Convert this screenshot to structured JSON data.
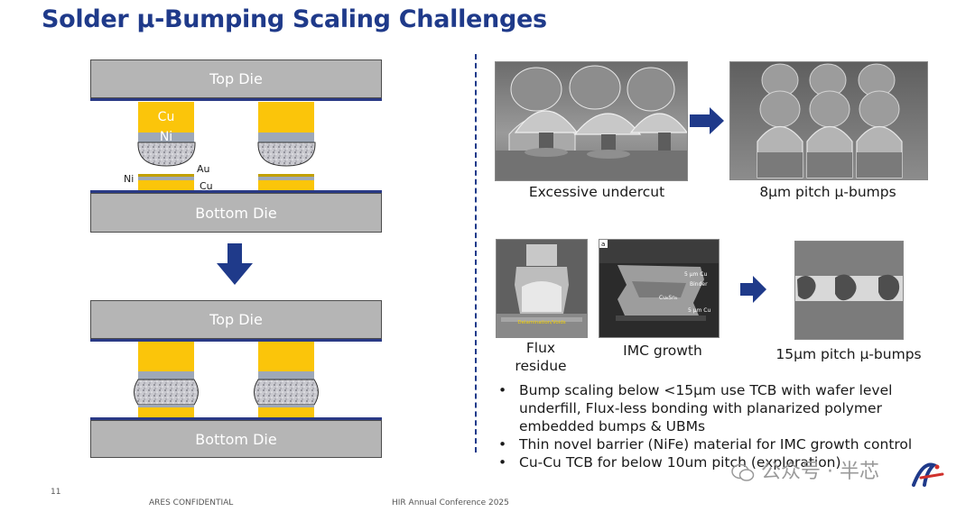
{
  "title": "Solder μ-Bumping Scaling Challenges",
  "diagram": {
    "top_die_label": "Top Die",
    "bottom_die_label": "Bottom Die",
    "cu_label": "Cu",
    "ni_label": "Ni",
    "pad_ni_label": "Ni",
    "pad_au_label": "Au",
    "pad_cu_label": "Cu",
    "top_die_label_2": "Top Die",
    "bottom_die_label_2": "Bottom Die"
  },
  "images": {
    "excessive_undercut": "Excessive undercut",
    "pitch_8um": "8μm pitch μ-bumps",
    "flux_residue_line1": "Flux",
    "flux_residue_line2": "residue",
    "imc_growth": "IMC growth",
    "pitch_15um": "15μm pitch μ-bumps",
    "flux_delam": "Delamination/Voids",
    "imc_label_a": "a",
    "imc_5um_cu_top": "5 μm Cu",
    "imc_binder": "Binder",
    "imc_cu6sn5": "Cu₆Sn₅",
    "imc_5um_cu_bot": "5 μm Cu"
  },
  "bullets": [
    "Bump scaling below <15μm use TCB with wafer level underfill, Flux-less bonding with planarized polymer embedded bumps & UBMs",
    "Thin novel barrier (NiFe) material for IMC growth control",
    "Cu-Cu TCB for below 10um pitch (exploration)"
  ],
  "footer": {
    "page_number": "11",
    "confidential": "ARES CONFIDENTIAL",
    "conference": "HIR Annual Conference 2025"
  },
  "watermark": "公众号 · 半芯",
  "colors": {
    "title": "#1f3a8a",
    "cu": "#fbc50a",
    "ni": "#9ea8b8",
    "die": "#b5b5b5",
    "arrow": "#1f3a8a"
  },
  "icons": [
    "down-arrow-icon",
    "right-arrow-icon",
    "wechat-icon",
    "brand-logo-icon"
  ]
}
